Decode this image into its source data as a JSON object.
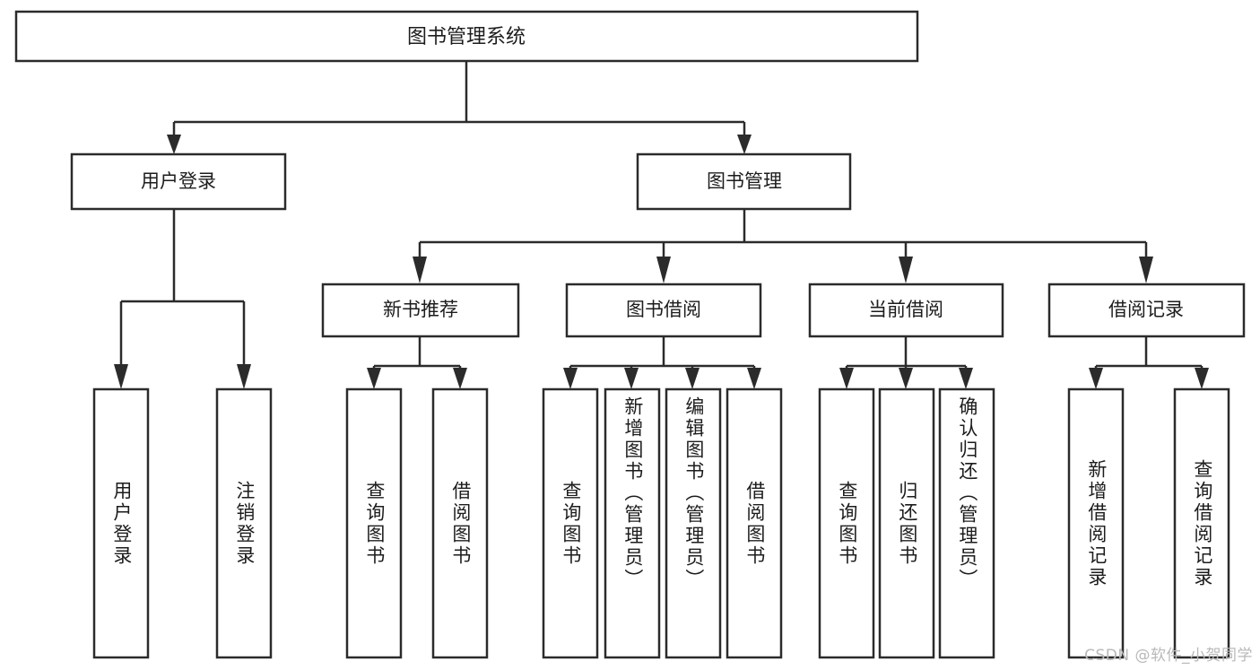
{
  "diagram": {
    "title": "图书管理系统",
    "type": "tree-hierarchy",
    "root": {
      "id": "root",
      "label": "图书管理系统",
      "orientation": "horizontal"
    },
    "level2": [
      {
        "id": "user-login",
        "label": "用户登录",
        "orientation": "horizontal"
      },
      {
        "id": "book-management",
        "label": "图书管理",
        "orientation": "horizontal"
      }
    ],
    "level3": [
      {
        "id": "new-book-recommend",
        "label": "新书推荐",
        "orientation": "horizontal"
      },
      {
        "id": "book-borrow",
        "label": "图书借阅",
        "orientation": "horizontal"
      },
      {
        "id": "current-borrow",
        "label": "当前借阅",
        "orientation": "horizontal"
      },
      {
        "id": "borrow-record",
        "label": "借阅记录",
        "orientation": "horizontal"
      }
    ],
    "leaves": {
      "user_login": [
        {
          "id": "leaf-user-login",
          "label": "用户登录"
        },
        {
          "id": "leaf-logout-login",
          "label": "注销登录"
        }
      ],
      "new_book_recommend": [
        {
          "id": "leaf-query-book-1",
          "label": "查询图书"
        },
        {
          "id": "leaf-borrow-book-1",
          "label": "借阅图书"
        }
      ],
      "book_borrow": [
        {
          "id": "leaf-query-book-2",
          "label": "查询图书"
        },
        {
          "id": "leaf-add-book",
          "label": "新增图书（管理员）"
        },
        {
          "id": "leaf-edit-book",
          "label": "编辑图书（管理员）"
        },
        {
          "id": "leaf-borrow-book-2",
          "label": "借阅图书"
        }
      ],
      "current_borrow": [
        {
          "id": "leaf-query-book-3",
          "label": "查询图书"
        },
        {
          "id": "leaf-return-book",
          "label": "归还图书"
        },
        {
          "id": "leaf-confirm-return",
          "label": "确认归还（管理员）"
        }
      ],
      "borrow_record": [
        {
          "id": "leaf-add-record",
          "label": "新增借阅记录"
        },
        {
          "id": "leaf-query-record",
          "label": "查询借阅记录"
        }
      ]
    }
  },
  "watermark": {
    "text": "CSDN @软件_小贺同学"
  },
  "colors": {
    "stroke": "#2b2b2b",
    "fill": "#ffffff",
    "text": "#1c1c1c",
    "watermark": "#b9b9b9"
  }
}
